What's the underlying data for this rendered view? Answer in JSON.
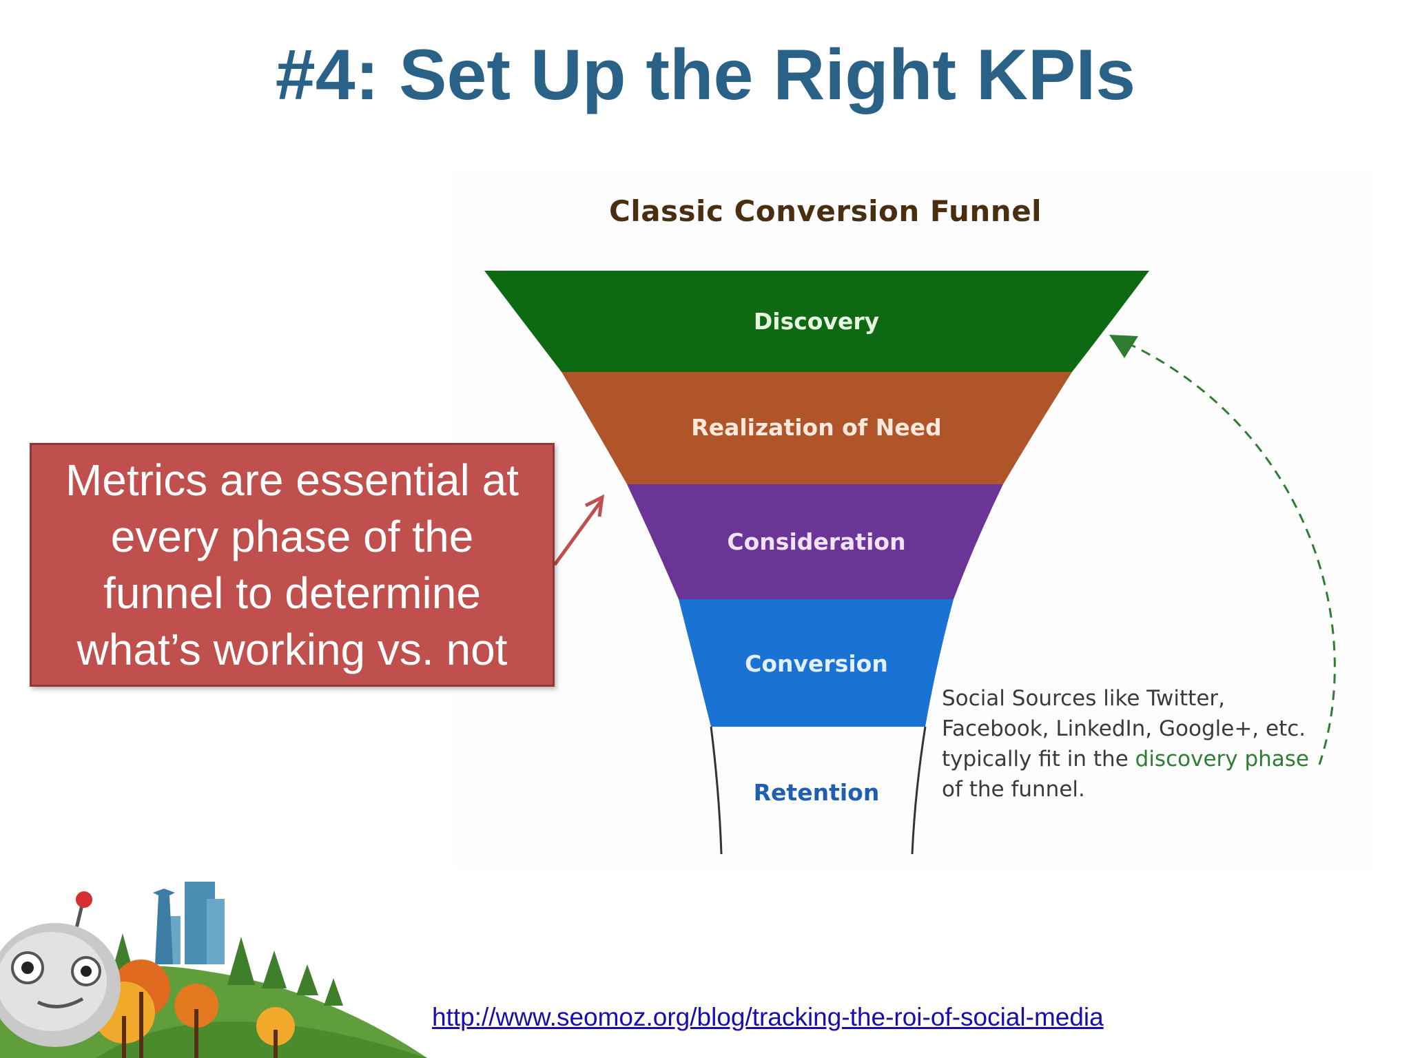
{
  "slide": {
    "title": "#4: Set Up the Right KPIs",
    "source_url": "http://www.seomoz.org/blog/tracking-the-roi-of-social-media"
  },
  "diagram": {
    "title": "Classic Conversion Funnel",
    "stages": [
      {
        "label": "Discovery",
        "fill": "#0e6a12",
        "text_color": "#e8f5e0"
      },
      {
        "label": "Realization of Need",
        "fill": "#b0552a",
        "text_color": "#fbe9dc"
      },
      {
        "label": "Consideration",
        "fill": "#6a3596",
        "text_color": "#efe4f7"
      },
      {
        "label": "Conversion",
        "fill": "#1a73d4",
        "text_color": "#e3f0ff"
      },
      {
        "label": "Retention",
        "fill": "#ffffff",
        "text_color": "#1f5fb0"
      }
    ],
    "note": {
      "text_before": "Social Sources like Twitter, Facebook, LinkedIn, Google+, etc. typically fit in the ",
      "highlight": "discovery phase",
      "text_after": " of the funnel."
    },
    "loop_arrow_color": "#2e7d32"
  },
  "callout": {
    "text": "Metrics are essential at every phase of the funnel to determine what’s working vs. not",
    "fill": "#c0504d",
    "arrow_color": "#c0504d"
  }
}
